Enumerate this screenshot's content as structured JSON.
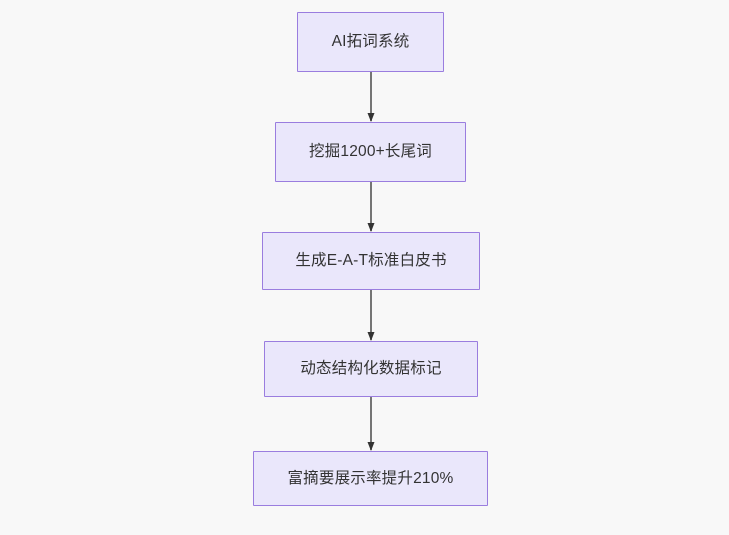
{
  "diagram": {
    "type": "flowchart",
    "direction": "top-to-bottom",
    "background_color": "#f8f8f8",
    "node_fill_color": "#eae7fb",
    "node_border_color": "#9a7ddf",
    "node_text_color": "#333333",
    "edge_color": "#666666",
    "arrowhead_color": "#333333",
    "nodes": [
      {
        "id": "n0",
        "label": "AI拓词系统"
      },
      {
        "id": "n1",
        "label": "挖掘1200+长尾词"
      },
      {
        "id": "n2",
        "label": "生成E-A-T标准白皮书"
      },
      {
        "id": "n3",
        "label": "动态结构化数据标记"
      },
      {
        "id": "n4",
        "label": "富摘要展示率提升210%"
      }
    ],
    "edges": [
      {
        "from": "n0",
        "to": "n1",
        "label": ""
      },
      {
        "from": "n1",
        "to": "n2",
        "label": ""
      },
      {
        "from": "n2",
        "to": "n3",
        "label": ""
      },
      {
        "from": "n3",
        "to": "n4",
        "label": ""
      }
    ]
  }
}
